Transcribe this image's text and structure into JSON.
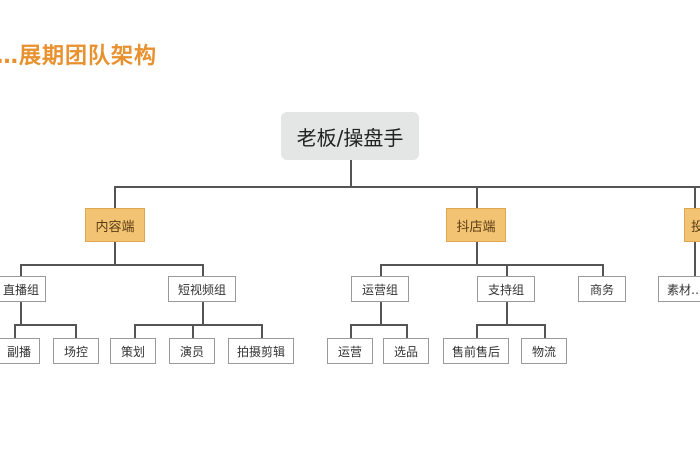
{
  "page": {
    "title": "…展期团队架构"
  },
  "org": {
    "root": "老板/操盘手",
    "departments": [
      {
        "label": "内容端",
        "teams": [
          {
            "label": "直播组",
            "members": [
              "副播",
              "场控"
            ]
          },
          {
            "label": "短视频组",
            "members": [
              "策划",
              "演员",
              "拍摄剪辑"
            ]
          }
        ]
      },
      {
        "label": "抖店端",
        "teams": [
          {
            "label": "运营组",
            "members": [
              "运营",
              "选品"
            ]
          },
          {
            "label": "支持组",
            "members": [
              "售前售后",
              "物流"
            ]
          },
          {
            "label": "商务",
            "members": []
          }
        ]
      },
      {
        "label": "投…",
        "teams": [
          {
            "label": "素材…",
            "members": []
          }
        ]
      }
    ]
  },
  "colors": {
    "title": "#e8912f",
    "root_fill": "#e4e6e6",
    "department_fill": "#f3c374",
    "team_border": "#9a9a9a",
    "connector": "#555555"
  }
}
